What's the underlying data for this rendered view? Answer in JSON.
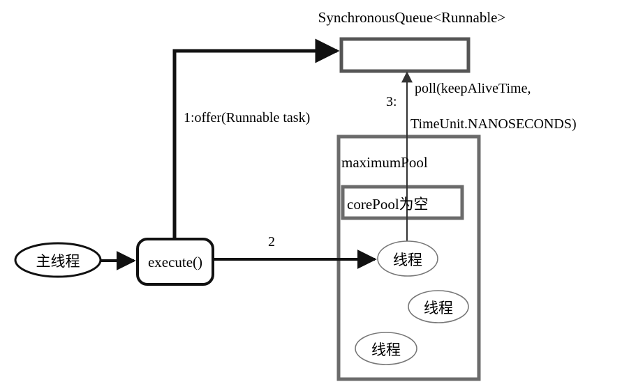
{
  "diagram": {
    "title": "SynchronousQueue<Runnable>",
    "queue_box": {
      "label": ""
    },
    "main_thread": {
      "label": "主线程"
    },
    "execute_node": {
      "label": "execute()"
    },
    "maximum_pool": {
      "label": "maximumPool"
    },
    "core_pool": {
      "label": "corePool为空"
    },
    "threads": [
      {
        "label": "线程"
      },
      {
        "label": "线程"
      },
      {
        "label": "线程"
      }
    ],
    "edges": [
      {
        "id": "edge-offer",
        "label": "1:offer(Runnable task)"
      },
      {
        "id": "edge-execute-to-thread",
        "label": "2"
      },
      {
        "id": "edge-poll",
        "label_number": "3:",
        "label_line1": "poll(keepAliveTime,",
        "label_line2": "TimeUnit.NANOSECONDS)"
      }
    ],
    "colors": {
      "stroke_black": "#111111",
      "stroke_gray": "#6b6b6b",
      "stroke_thin": "#4a4a4a",
      "background": "#ffffff",
      "text": "#000000"
    }
  }
}
